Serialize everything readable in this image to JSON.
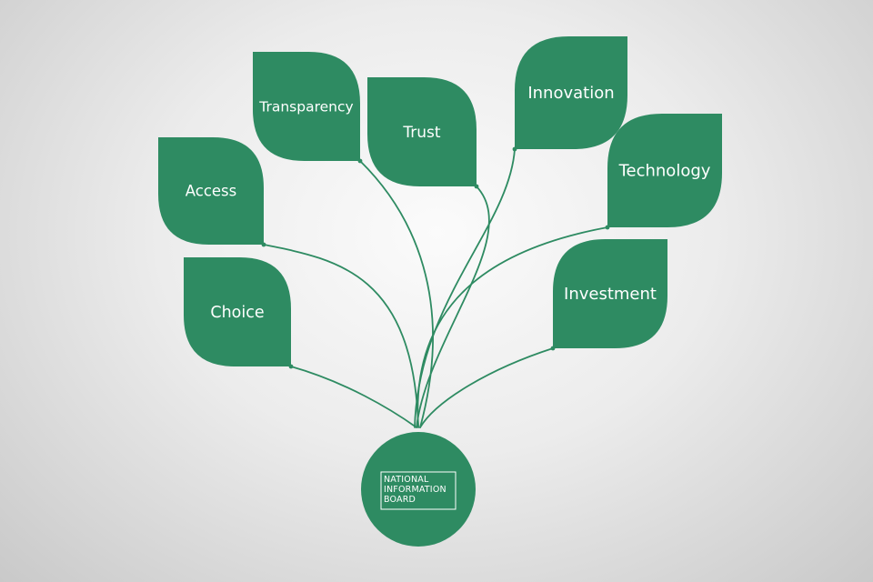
{
  "colors": {
    "leaf": "#2e8b62",
    "stem": "#2e8b62",
    "hub": "#2e8b62",
    "text": "#ffffff"
  },
  "leaves": [
    {
      "id": "transparency",
      "label": "Transparency"
    },
    {
      "id": "trust",
      "label": "Trust"
    },
    {
      "id": "innovation",
      "label": "Innovation"
    },
    {
      "id": "access",
      "label": "Access"
    },
    {
      "id": "technology",
      "label": "Technology"
    },
    {
      "id": "choice",
      "label": "Choice"
    },
    {
      "id": "investment",
      "label": "Investment"
    }
  ],
  "hub": {
    "logo_lines": [
      "NATIONAL",
      "INFORMATION",
      "BOARD"
    ]
  }
}
